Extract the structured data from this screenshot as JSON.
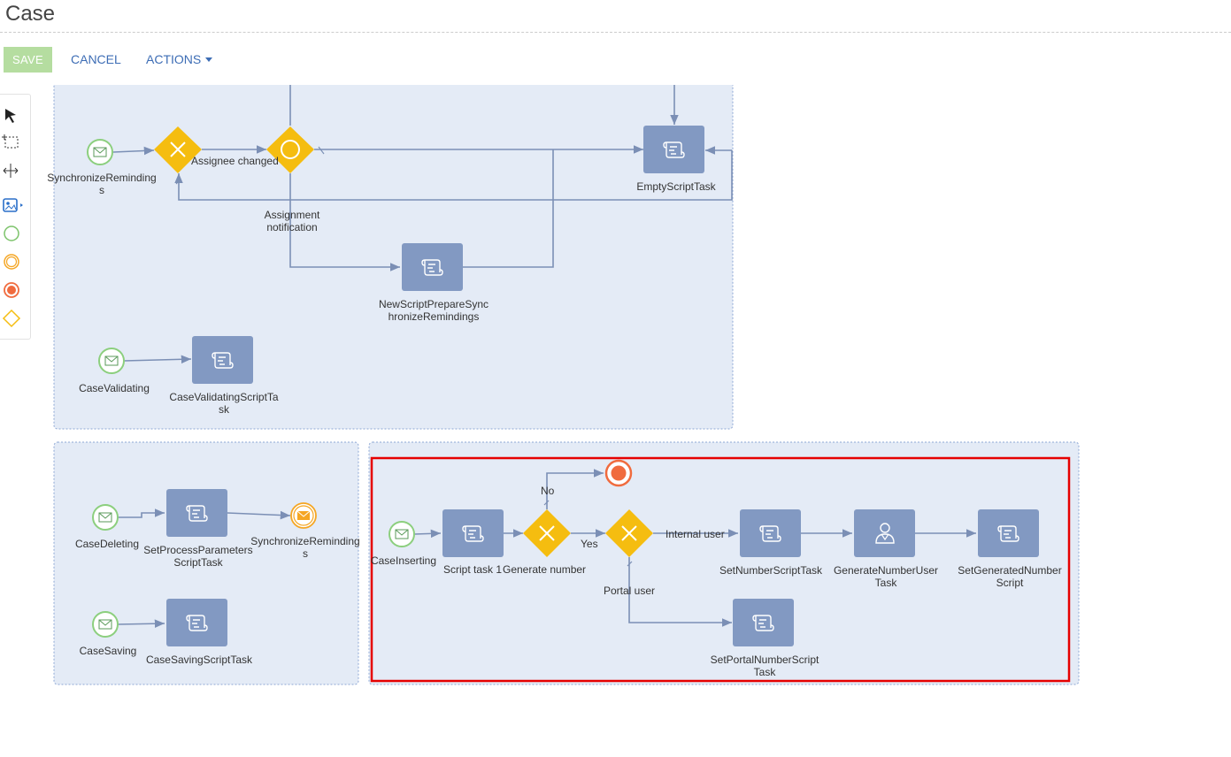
{
  "page": {
    "title": "Case"
  },
  "toolbar": {
    "save_label": "SAVE",
    "cancel_label": "CANCEL",
    "actions_label": "ACTIONS"
  },
  "palette": {
    "tools": [
      {
        "icon": "pointer-icon"
      },
      {
        "icon": "lasso-select-icon"
      },
      {
        "icon": "space-tool-icon"
      },
      {
        "icon": "element-library-icon"
      },
      {
        "icon": "start-event-icon"
      },
      {
        "icon": "intermediate-event-icon"
      },
      {
        "icon": "end-event-icon"
      },
      {
        "icon": "gateway-icon"
      }
    ]
  },
  "diagram": {
    "labels": {
      "synchronize_remindings_1": "SynchronizeReminding",
      "synchronize_remindings_2": "s",
      "assignee_changed": "Assignee changed",
      "assignment_notification_1": "Assignment",
      "assignment_notification_2": "notification",
      "empty_script_task": "EmptyScriptTask",
      "new_script_1": "NewScriptPrepareSync",
      "new_script_2": "hronizeRemindings",
      "case_validating": "CaseValidating",
      "case_validating_task_1": "CaseValidatingScriptTa",
      "case_validating_task_2": "sk",
      "case_deleting": "CaseDeleting",
      "set_process_params_1": "SetProcessParameters",
      "set_process_params_2": "ScriptTask",
      "sync_remindings_msg_1": "SynchronizeReminding",
      "sync_remindings_msg_2": "s",
      "case_saving": "CaseSaving",
      "case_saving_task": "CaseSavingScriptTask",
      "case_inserting": "CaseInserting",
      "script_task_1": "Script task 1",
      "generate_number": "Generate number",
      "no": "No",
      "yes": "Yes",
      "internal_user": "Internal user",
      "portal_user": "Portal user",
      "set_number_task": "SetNumberScriptTask",
      "generate_number_user_1": "GenerateNumberUser",
      "generate_number_user_2": "Task",
      "set_generated_1": "SetGeneratedNumber",
      "set_generated_2": "Script",
      "set_portal_1": "SetPortalNumberScript",
      "set_portal_2": "Task"
    }
  },
  "colors": {
    "lane_fill": "#e4ebf6",
    "lane_border": "#8da7d4",
    "task_fill": "#8299c2",
    "flow_line": "#7b8fb5",
    "gateway_fill": "#f5bd10",
    "start_event": "#5cb85c",
    "end_event": "#f06b3e",
    "intermediate_event": "#f5a623",
    "highlight": "#e60000",
    "save_button": "#b5dda0",
    "link": "#3d6db5"
  }
}
